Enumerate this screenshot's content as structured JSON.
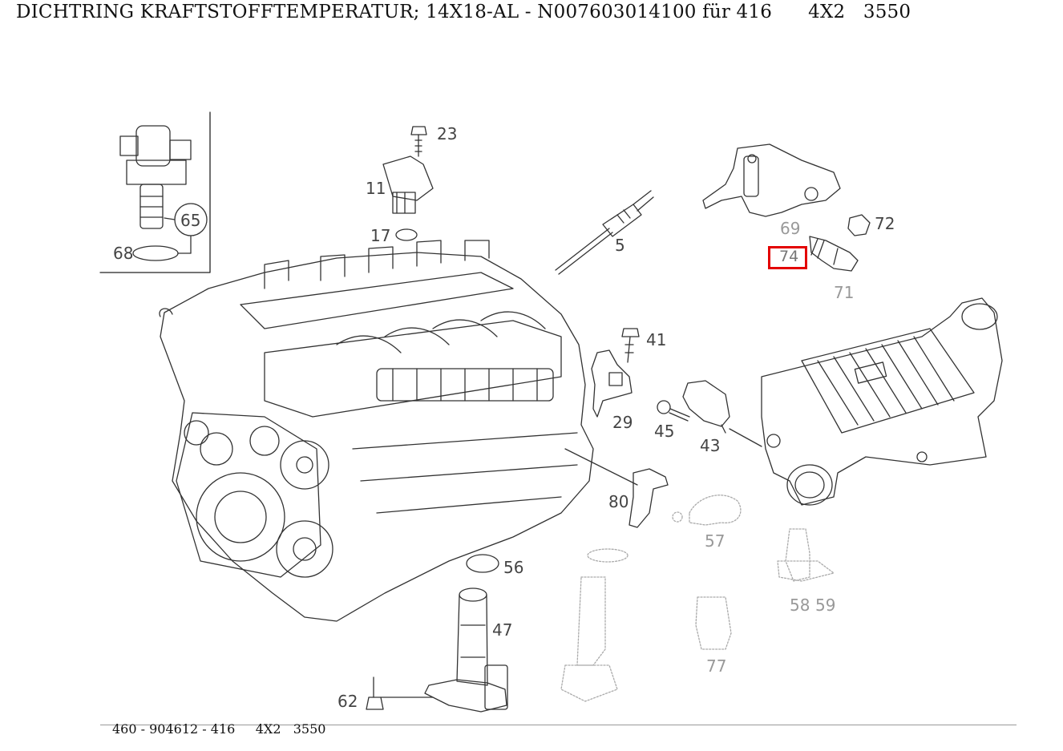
{
  "header": {
    "title": "DICHTRING KRAFTSTOFFTEMPERATUR; 14X18-AL - N007603014100 für 416      4X2   3550"
  },
  "callouts": [
    {
      "label": "23"
    },
    {
      "label": "11"
    },
    {
      "label": "17"
    },
    {
      "label": "5"
    },
    {
      "label": "65"
    },
    {
      "label": "68"
    },
    {
      "label": "69"
    },
    {
      "label": "72"
    },
    {
      "label": "74"
    },
    {
      "label": "71"
    },
    {
      "label": "41"
    },
    {
      "label": "29"
    },
    {
      "label": "45"
    },
    {
      "label": "43"
    },
    {
      "label": "80"
    },
    {
      "label": "56"
    },
    {
      "label": "47"
    },
    {
      "label": "62"
    },
    {
      "label": "57"
    },
    {
      "label": "77"
    },
    {
      "label": "58"
    },
    {
      "label": "59"
    }
  ],
  "highlight": {
    "label": "74",
    "color": "#e30000"
  },
  "footer": {
    "text": "460 - 904612 - 416     4X2   3550"
  }
}
